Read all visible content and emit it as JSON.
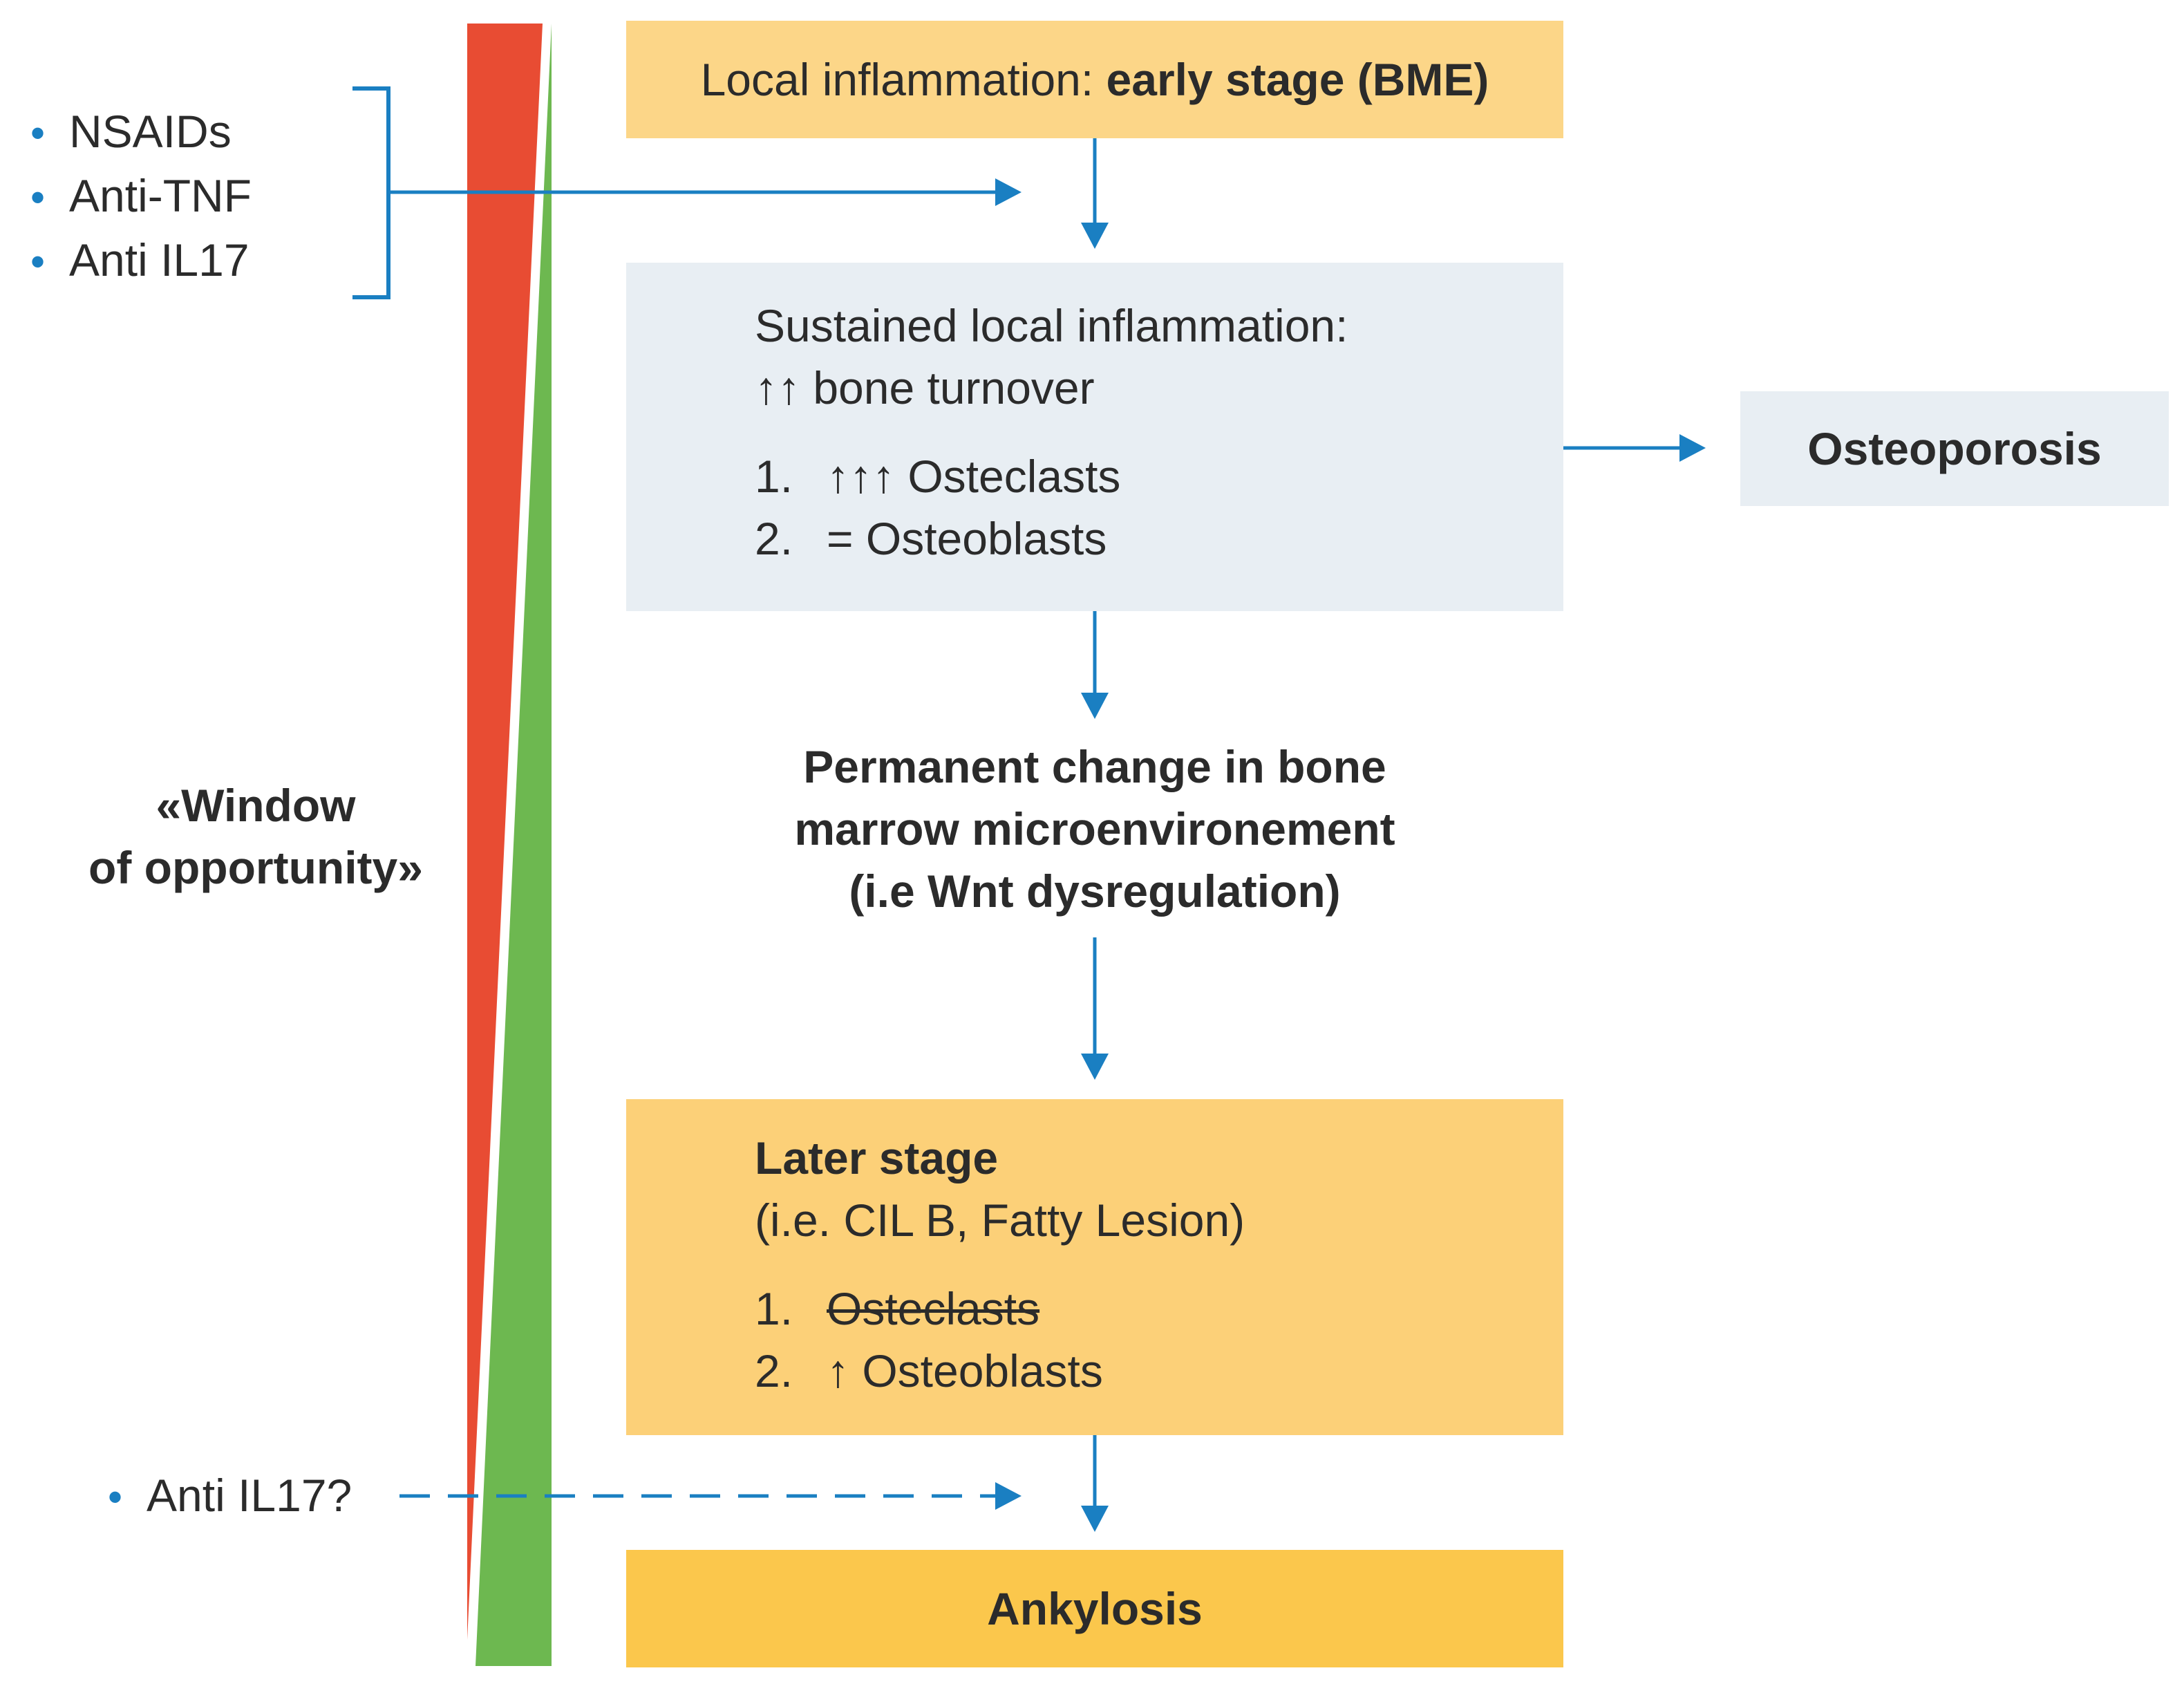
{
  "diagram": {
    "colors": {
      "arrow": "#1a7fc2",
      "red": "#e84c33",
      "green": "#6db850",
      "yellow": "#fcd688",
      "yellow_strong": "#fbc74c",
      "grey": "#e8eef3"
    },
    "treatments_top": {
      "items": [
        "NSAIDs",
        "Anti-TNF",
        "Anti IL17"
      ]
    },
    "treatment_bottom": {
      "label": "Anti IL17?"
    },
    "window": {
      "line1": "«Window",
      "line2": "of opportunity»"
    },
    "box_early": {
      "normal": "Local inflammation: ",
      "bold": "early stage (BME)"
    },
    "box_sustained": {
      "line1": "Sustained local inflammation:",
      "line2": "↑↑ bone turnover",
      "item1_num": "1.",
      "item1_text": "↑↑↑ Osteclasts",
      "item2_num": "2.",
      "item2_text": "= Osteoblasts"
    },
    "osteoporosis": {
      "label": "Osteoporosis"
    },
    "permanent": {
      "line1": "Permanent change in bone",
      "line2": "marrow microenvironement",
      "line3": "(i.e Wnt dysregulation)"
    },
    "box_later": {
      "title": "Later stage",
      "subtitle": "(i.e. CIL B, Fatty Lesion)",
      "item1_num": "1.",
      "item1_text": "Osteclasts",
      "item2_num": "2.",
      "item2_text": "↑ Osteoblasts"
    },
    "ankylosis": {
      "label": "Ankylosis"
    }
  }
}
